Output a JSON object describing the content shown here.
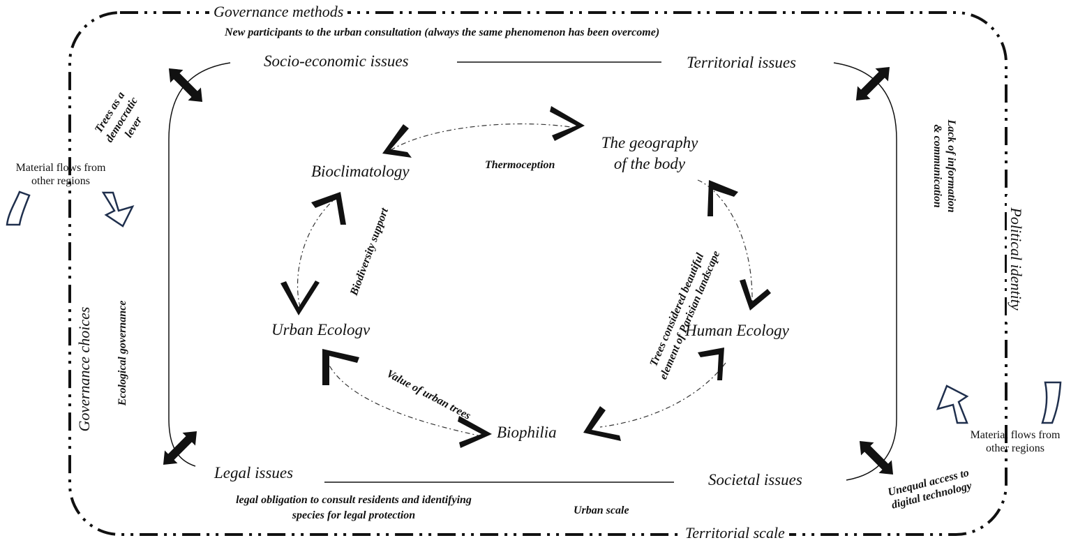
{
  "frame": {
    "top_label": "Governance methods",
    "bottom_label": "Territorial scale",
    "left_label": "Governance  choices",
    "right_label": "Political identity"
  },
  "annotations": {
    "new_participants": "New participants to the urban consultation  (always the same phenomenon has been overcome)",
    "trees_democratic_lever": [
      "Trees as a",
      "democratic",
      "lever"
    ],
    "lack_information": [
      "Lack of information",
      "& communication"
    ],
    "ecological_governance": "Ecological governance",
    "unequal_access": [
      "Unequal access to",
      "digital technology"
    ],
    "legal_obligation": [
      "legal obligation to consult residents and identifying",
      "species for legal protection"
    ],
    "urban_scale": "Urban scale"
  },
  "issues": {
    "socio_economic": "Socio-economic issues",
    "territorial": "Territorial issues",
    "legal": "Legal issues",
    "societal": "Societal issues"
  },
  "nodes": {
    "bioclimatology": "Bioclimatology",
    "geography_body": [
      "The geography",
      "of the body"
    ],
    "urban_ecology": "Urban Ecologv",
    "human_ecology": "Human Ecology",
    "biophilia": "Biophilia"
  },
  "links": {
    "thermoception": "Thermoception",
    "biodiversity_support": "Biodiversity support",
    "trees_beautiful": [
      "Trees considered beautiful",
      "element of Parisian landscape"
    ],
    "value_urban_trees": "Value of urban trees"
  },
  "material_flows": {
    "left": [
      "Material flows from",
      "other regions"
    ],
    "right": [
      "Material flows from",
      "other regions"
    ]
  },
  "colors": {
    "ink": "#111111",
    "flow_arrow": "#1f2f4d"
  }
}
